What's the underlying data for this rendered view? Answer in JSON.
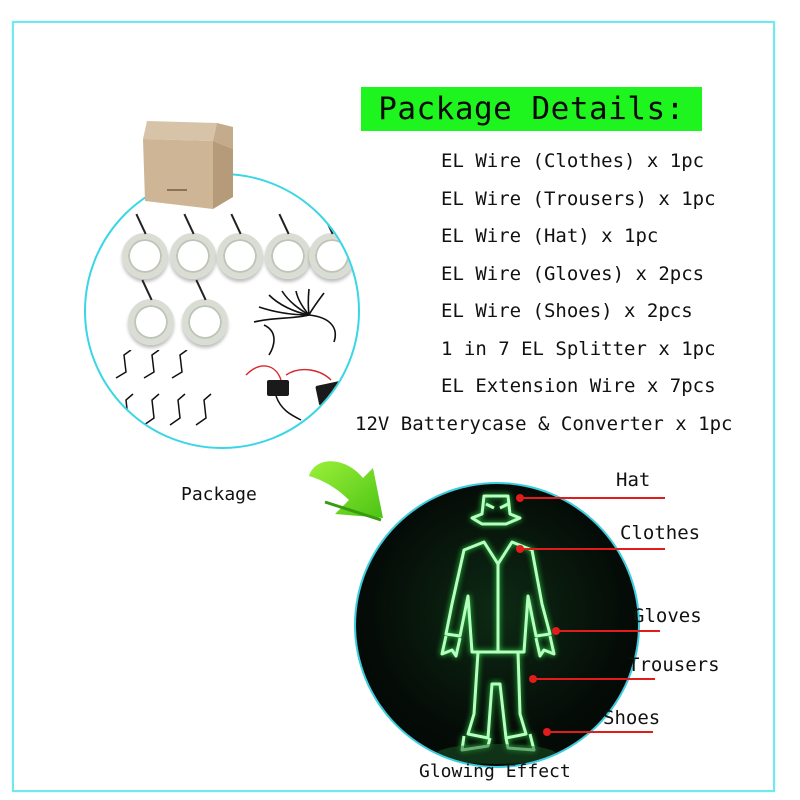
{
  "header": {
    "title": "Package Details:"
  },
  "package_details": {
    "items": [
      "EL Wire (Clothes) x 1pc",
      "EL Wire (Trousers) x 1pc",
      "EL Wire (Hat) x 1pc",
      "EL Wire (Gloves) x 2pcs",
      "EL Wire (Shoes) x 2pcs",
      "1 in 7 EL Splitter x 1pc",
      "EL Extension Wire x 7pcs",
      "12V Batterycase & Converter x 1pc"
    ]
  },
  "package_image": {
    "caption": "Package",
    "icons": [
      "cardboard-box",
      "el-wire-coil",
      "splitter-cable",
      "extension-wire",
      "battery-converter"
    ]
  },
  "glowing_image": {
    "caption": "Glowing Effect",
    "labels": [
      "Hat",
      "Clothes",
      "Gloves",
      "Trousers",
      "Shoes"
    ]
  },
  "colors": {
    "title_bg": "#1ef51e",
    "frame_border": "#6fe8ef",
    "circle_border": "#39d6e6",
    "pointer": "#e21b1b",
    "glow_wire": "#9cf7a8",
    "arrow": "#6fd820"
  }
}
